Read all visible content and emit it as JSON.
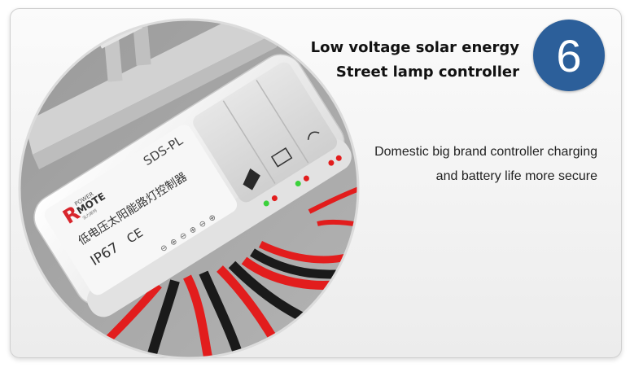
{
  "headline": {
    "line1": "Low voltage solar energy",
    "line2": "Street lamp controller"
  },
  "badge_number": "6",
  "description": {
    "line1": "Domestic big brand controller charging",
    "line2": "and battery life more secure"
  },
  "product": {
    "brand_r": "R",
    "brand_power": "POWER",
    "brand_mote": "MOTE",
    "brand_sub": "泓力斯特",
    "model": "SDS-PL",
    "chinese_name": "低电压太阳能路灯控制器",
    "rating": "IP67",
    "cert": "CE",
    "terminal_signs": [
      "⊖",
      "⊕",
      "⊖",
      "⊕",
      "⊖",
      "⊕"
    ]
  },
  "colors": {
    "badge": "#2c5f9a",
    "brand_red": "#d8262d",
    "wire_red": "#e21d1d",
    "wire_black": "#1a1a1a"
  }
}
